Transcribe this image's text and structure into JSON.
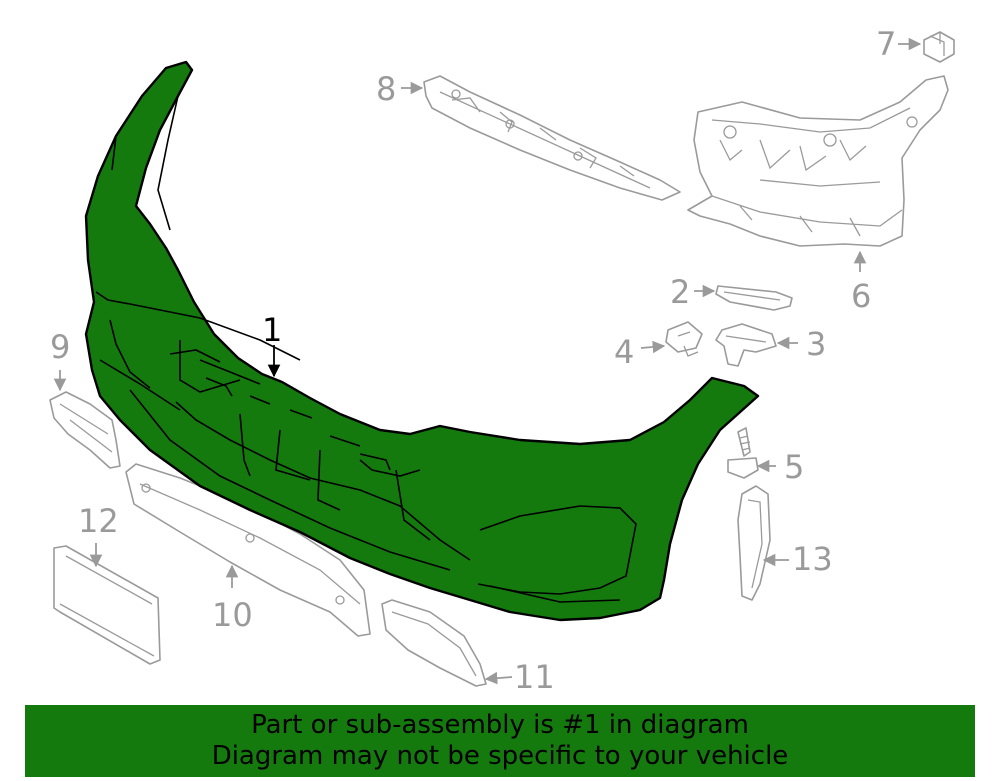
{
  "diagram": {
    "highlight_color": "#147a0e",
    "part_line_color": "#9a9a9a",
    "parts": [
      {
        "number": "1",
        "name": "bumper-cover",
        "highlighted": true
      },
      {
        "number": "2",
        "name": "retainer-strip"
      },
      {
        "number": "3",
        "name": "mounting-bracket"
      },
      {
        "number": "4",
        "name": "push-clip"
      },
      {
        "number": "5",
        "name": "screw"
      },
      {
        "number": "6",
        "name": "side-bracket"
      },
      {
        "number": "7",
        "name": "clip-nut"
      },
      {
        "number": "8",
        "name": "upper-support"
      },
      {
        "number": "9",
        "name": "left-trim-bracket"
      },
      {
        "number": "10",
        "name": "lower-grille-strip"
      },
      {
        "number": "11",
        "name": "fog-lamp-cover"
      },
      {
        "number": "12",
        "name": "license-plate-bracket"
      },
      {
        "number": "13",
        "name": "side-trim"
      }
    ]
  },
  "footer": {
    "line1": "Part or sub-assembly is #1 in diagram",
    "line2": "Diagram may not be specific to your vehicle"
  }
}
